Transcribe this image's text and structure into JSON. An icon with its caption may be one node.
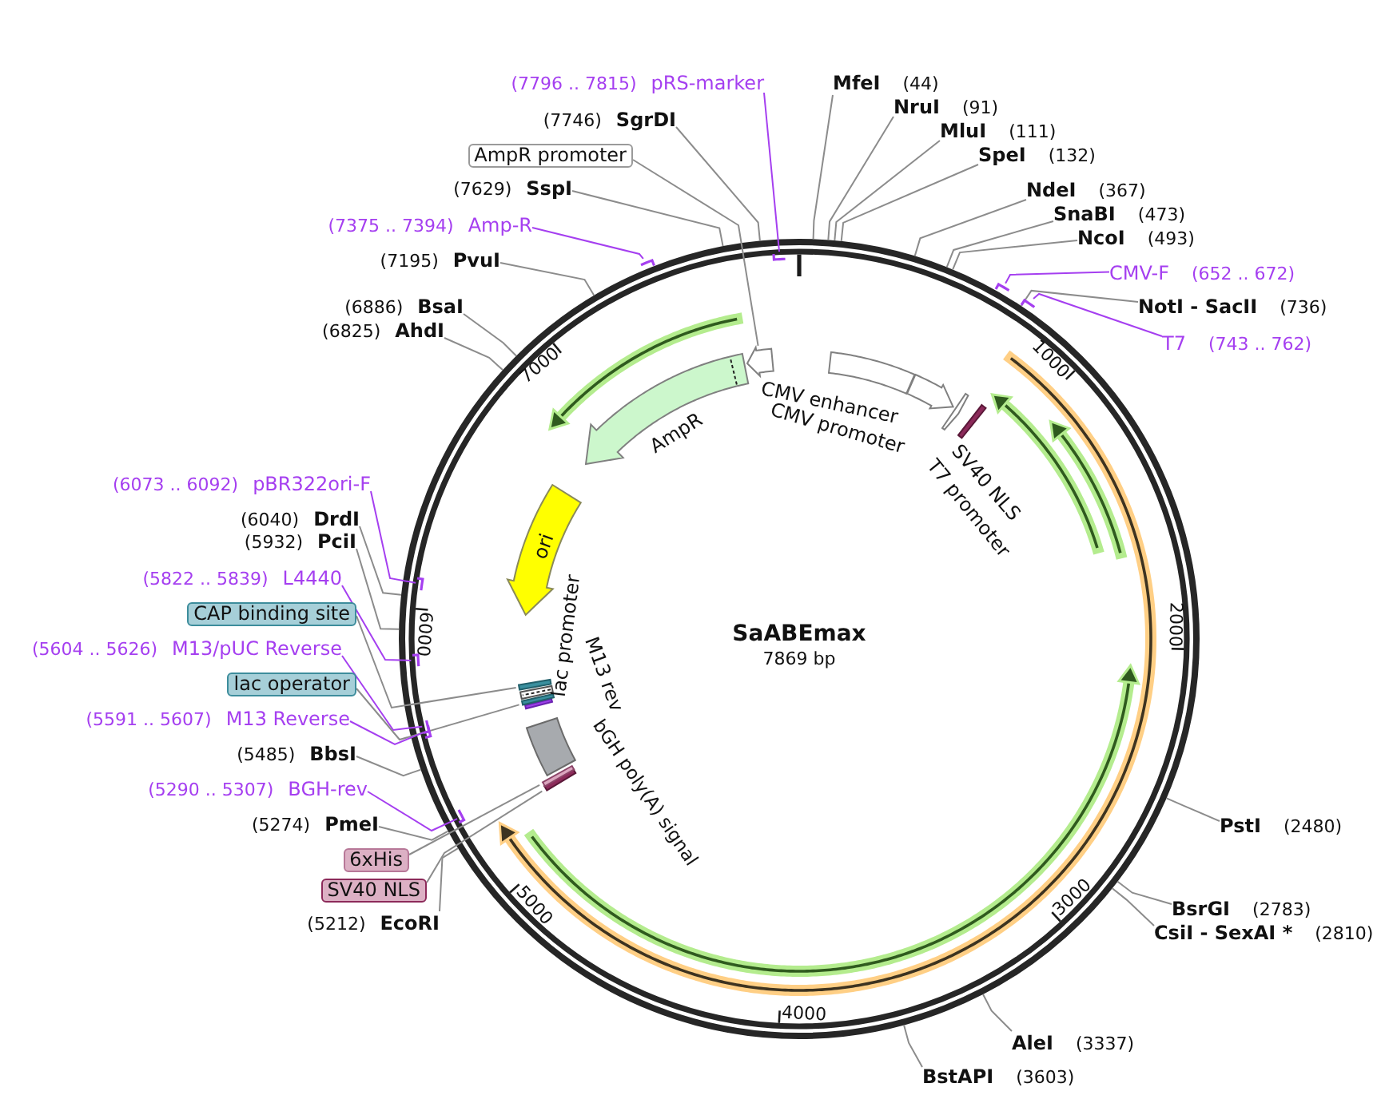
{
  "diagram": {
    "nodes": [
      {
        "text": [
          "SaABEmax",
          "7869 bp"
        ]
      },
      {
        "text": [],
        "shape": "bar",
        "in": 0
      },
      {
        "text": [],
        "shape": "arrow",
        "in": 0
      },
      {
        "text": [],
        "shape": "arrow",
        "in": 0
      },
      {
        "text": [],
        "shape": "bar",
        "in": 0
      },
      {
        "text": [],
        "shape": "bar",
        "in": 0
      },
      {
        "text": [],
        "shape": "bar",
        "in": 0
      },
      {
        "text": [],
        "shape": "box",
        "in": 0
      },
      {
        "text": [],
        "shape": "bar",
        "in": 0
      },
      {
        "text": [],
        "shape": "bar",
        "in": 0
      },
      {
        "text": [],
        "shape": "bar",
        "in": 0
      },
      {
        "text": [],
        "shape": "bar",
        "in": 0
      },
      {
        "text": [
          "ori"
        ],
        "in": 0
      },
      {
        "text": [],
        "shape": "arrow",
        "beside": [
          "AmpR"
        ],
        "in": 0
      },
      {
        "text": [],
        "shape": "arrow",
        "in": 0
      },
      {
        "text": [],
        "shape": "arrow",
        "in": 0
      },
      {
        "text": [],
        "shape": "arrow",
        "in": 0
      },
      {
        "text": [],
        "shape": "arrow",
        "in": 0
      },
      {
        "text": [],
        "shape": "arrow",
        "in": 0
      },
      {
        "text": [],
        "shape": "arrow",
        "in": 0
      },
      {
        "text": [],
        "shape": "arrow",
        "in": 0
      },
      {
        "text": [],
        "shape": "arrow",
        "in": 0
      },
      {
        "text": [],
        "shape": "arrow",
        "in": 0
      },
      {
        "text": [],
        "shape": "arrow",
        "in": 0
      },
      {
        "text": [
          "(7796 .. 7815)",
          "pRS-marker"
        ]
      },
      {
        "text": [
          "MfeI",
          "(44)"
        ]
      },
      {
        "text": [
          "NruI",
          "(91)"
        ]
      },
      {
        "text": [
          "(7746)",
          "SgrDI"
        ]
      },
      {
        "text": [
          "MluI",
          "(111)"
        ]
      },
      {
        "text": [
          "AmpR promoter"
        ]
      },
      {
        "text": [
          "SpeI",
          "(132)"
        ]
      },
      {
        "text": [
          "(7629)",
          "SspI"
        ]
      },
      {
        "text": [
          "NdeI",
          "(367)"
        ]
      },
      {
        "text": [
          "SnaBI",
          "(473)"
        ]
      },
      {
        "text": [
          "(7375 .. 7394)",
          "Amp-R"
        ]
      },
      {
        "text": [
          "NcoI",
          "(493)"
        ]
      },
      {
        "text": [
          "(7195)",
          "PvuI"
        ]
      },
      {
        "text": [
          "CMV-F",
          "(652 .. 672)"
        ]
      },
      {
        "text": [
          "(6886)",
          "BsaI"
        ]
      },
      {
        "text": [
          "NotI - SacII",
          "(736)"
        ]
      },
      {
        "text": [
          "(6825)",
          "AhdI"
        ]
      },
      {
        "text": [
          "T7",
          "(743 .. 762)"
        ]
      },
      {
        "text": [
          "(6073 .. 6092)",
          "pBR322ori-F"
        ]
      },
      {
        "text": [
          "(6040)",
          "DrdI"
        ]
      },
      {
        "text": [
          "(5932)",
          "PciI"
        ]
      },
      {
        "text": [
          "(5822 .. 5839)",
          "L4440"
        ]
      },
      {
        "text": [
          "CAP binding site"
        ]
      },
      {
        "text": [
          "(5604 .. 5626)",
          "M13/pUC Reverse"
        ]
      },
      {
        "text": [
          "lac operator"
        ]
      },
      {
        "text": [
          "(5591 .. 5607)",
          "M13 Reverse"
        ]
      },
      {
        "text": [
          "(5485)",
          "BbsI"
        ]
      },
      {
        "text": [
          "(5290 .. 5307)",
          "BGH-rev"
        ]
      },
      {
        "text": [
          "(5274)",
          "PmeI"
        ]
      },
      {
        "text": [
          "PstI",
          "(2480)"
        ]
      },
      {
        "text": [
          "6xHis"
        ]
      },
      {
        "text": [
          "SV40 NLS"
        ]
      },
      {
        "text": [
          "BsrGI",
          "(2783)"
        ]
      },
      {
        "text": [
          "(5212)",
          "EcoRI"
        ]
      },
      {
        "text": [
          "CsiI - SexAI *",
          "(2810)"
        ]
      },
      {
        "text": [
          "AleI",
          "(3337)"
        ]
      },
      {
        "text": [
          "BstAPI",
          "(3603)"
        ]
      }
    ],
    "edges": [
      {
        "from": 24,
        "to": 15,
        "arrow": "none",
        "color": "#a53ff0"
      },
      {
        "from": 25,
        "to": 0,
        "arrow": "none"
      },
      {
        "from": 26,
        "to": 0,
        "arrow": "none"
      },
      {
        "from": 27,
        "to": 0,
        "arrow": "none"
      },
      {
        "from": 28,
        "to": 0,
        "arrow": "none"
      },
      {
        "from": 29,
        "to": 14,
        "arrow": "none"
      },
      {
        "from": 30,
        "to": 0,
        "arrow": "none"
      },
      {
        "from": 31,
        "to": 0,
        "arrow": "none"
      },
      {
        "from": 32,
        "to": 0,
        "arrow": "none"
      },
      {
        "from": 33,
        "to": 0,
        "arrow": "none"
      },
      {
        "from": 34,
        "to": 16,
        "arrow": "none",
        "color": "#a53ff0"
      },
      {
        "from": 35,
        "to": 0,
        "arrow": "none"
      },
      {
        "from": 36,
        "to": 0,
        "arrow": "none"
      },
      {
        "from": 37,
        "to": 17,
        "arrow": "none",
        "color": "#a53ff0"
      },
      {
        "from": 38,
        "to": 0,
        "arrow": "none"
      },
      {
        "from": 39,
        "to": 0,
        "arrow": "none"
      },
      {
        "from": 40,
        "to": 0,
        "arrow": "none"
      },
      {
        "from": 41,
        "to": 18,
        "arrow": "none",
        "color": "#a53ff0"
      },
      {
        "from": 42,
        "to": 19,
        "arrow": "none",
        "color": "#a53ff0"
      },
      {
        "from": 43,
        "to": 0,
        "arrow": "none"
      },
      {
        "from": 44,
        "to": 0,
        "arrow": "none"
      },
      {
        "from": 45,
        "to": 20,
        "arrow": "none",
        "color": "#a53ff0"
      },
      {
        "from": 46,
        "to": 11,
        "arrow": "none"
      },
      {
        "from": 47,
        "to": 21,
        "arrow": "none",
        "color": "#a53ff0"
      },
      {
        "from": 48,
        "to": 9,
        "arrow": "none"
      },
      {
        "from": 49,
        "to": 22,
        "arrow": "none",
        "color": "#a53ff0"
      },
      {
        "from": 50,
        "to": 0,
        "arrow": "none"
      },
      {
        "from": 51,
        "to": 23,
        "arrow": "none",
        "color": "#a53ff0"
      },
      {
        "from": 52,
        "to": 0,
        "arrow": "none"
      },
      {
        "from": 53,
        "to": 0,
        "arrow": "none"
      },
      {
        "from": 54,
        "to": 6,
        "arrow": "none"
      },
      {
        "from": 55,
        "to": 5,
        "arrow": "none"
      },
      {
        "from": 56,
        "to": 0,
        "arrow": "none"
      },
      {
        "from": 57,
        "to": 0,
        "arrow": "none"
      },
      {
        "from": 58,
        "to": 0,
        "arrow": "none"
      },
      {
        "from": 59,
        "to": 0,
        "arrow": "none"
      },
      {
        "from": 60,
        "to": 0,
        "arrow": "none"
      }
    ],
    "labels": [
      "CMV enhancer",
      "CMV promoter",
      "1000",
      "SV40 NLS",
      "T7 promoter",
      "2000",
      "3000",
      "4000",
      "5000",
      "bGH poly(A) signal",
      "M13 rev",
      "lac promoter",
      "6000",
      "7000"
    ]
  }
}
